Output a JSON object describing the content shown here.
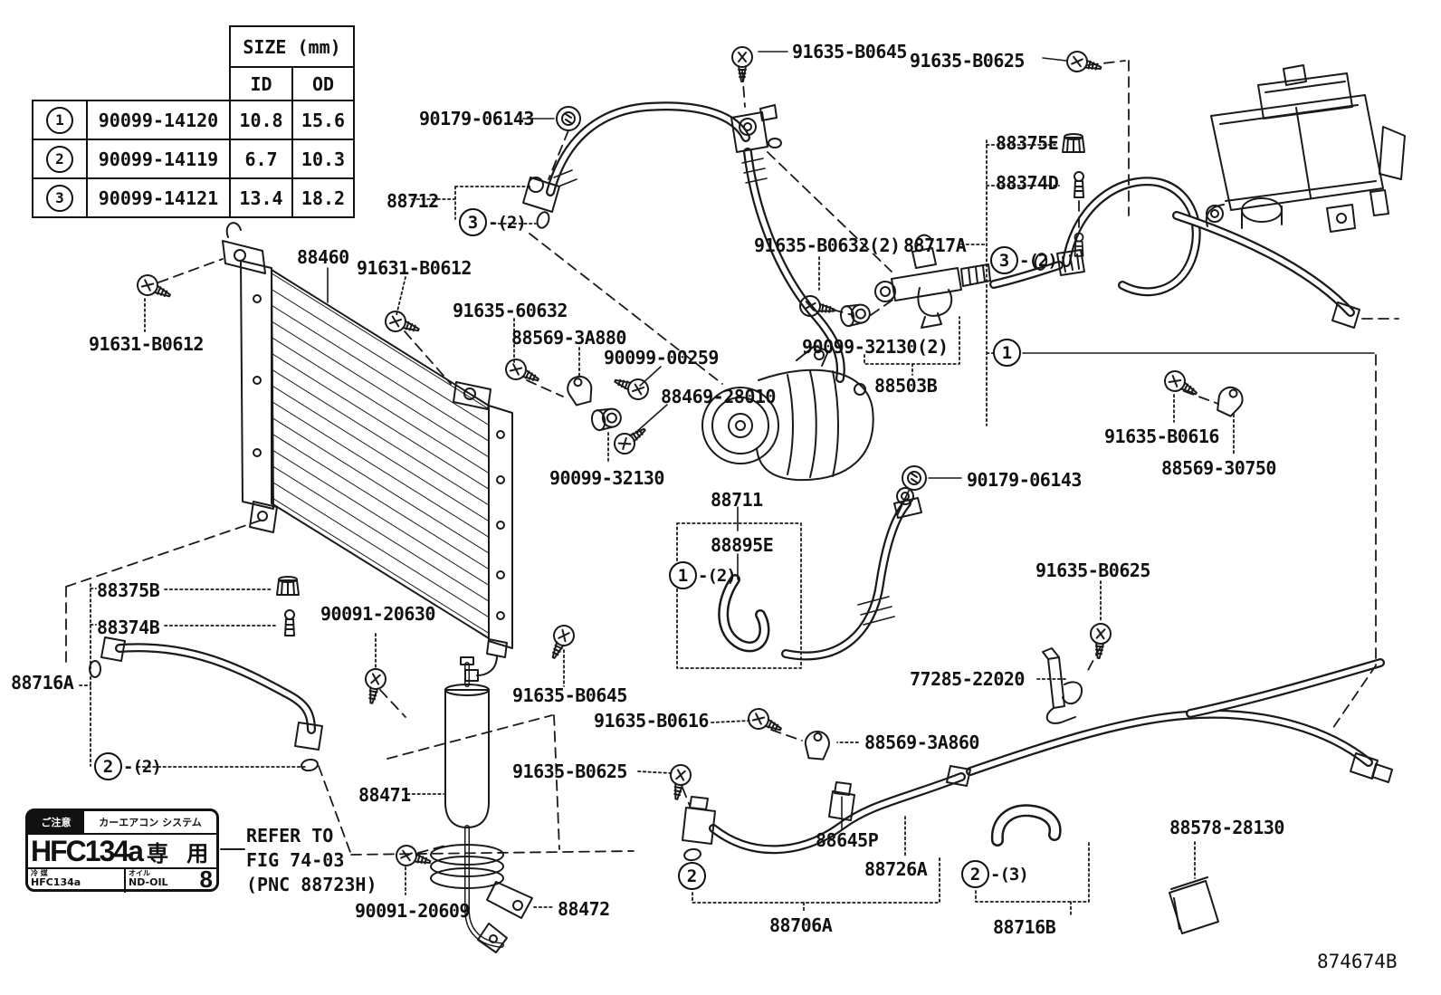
{
  "page": {
    "figure_id": "874674B"
  },
  "size_table": {
    "title": "SIZE (mm)",
    "id_header": "ID",
    "od_header": "OD",
    "rows": [
      {
        "ref": "1",
        "part": "90099-14120",
        "id": "10.8",
        "od": "15.6"
      },
      {
        "ref": "2",
        "part": "90099-14119",
        "id": "6.7",
        "od": "10.3"
      },
      {
        "ref": "3",
        "part": "90099-14121",
        "id": "13.4",
        "od": "18.2"
      }
    ]
  },
  "labels": [
    {
      "text": "91635-B0645"
    },
    {
      "text": "91635-B0625"
    },
    {
      "text": "90179-06143"
    },
    {
      "text": "88712"
    },
    {
      "text": "88460"
    },
    {
      "text": "91631-B0612"
    },
    {
      "text": "91631-B0612"
    },
    {
      "text": "91635-B0632(2)"
    },
    {
      "text": "88717A"
    },
    {
      "text": "88375E"
    },
    {
      "text": "88374D"
    },
    {
      "text": "91635-60632"
    },
    {
      "text": "88569-3A880"
    },
    {
      "text": "90099-00259"
    },
    {
      "text": "88469-28010"
    },
    {
      "text": "90099-32130(2)"
    },
    {
      "text": "88503B"
    },
    {
      "text": "90099-32130"
    },
    {
      "text": "88711"
    },
    {
      "text": "88895E"
    },
    {
      "text": "90179-06143"
    },
    {
      "text": "91635-B0616"
    },
    {
      "text": "88569-30750"
    },
    {
      "text": "88375B"
    },
    {
      "text": "88374B"
    },
    {
      "text": "88716A"
    },
    {
      "text": "90091-20630"
    },
    {
      "text": "91635-B0625"
    },
    {
      "text": "77285-22020"
    },
    {
      "text": "91635-B0645"
    },
    {
      "text": "91635-B0616"
    },
    {
      "text": "88569-3A860"
    },
    {
      "text": "88471"
    },
    {
      "text": "91635-B0625"
    },
    {
      "text": "90091-20609"
    },
    {
      "text": "88472"
    },
    {
      "text": "88645P"
    },
    {
      "text": "88726A"
    },
    {
      "text": "88706A"
    },
    {
      "text": "88716B"
    },
    {
      "text": "88578-28130"
    }
  ],
  "markers": [
    {
      "num": "3",
      "suffix": "-(2)"
    },
    {
      "num": "3",
      "suffix": "-(2)"
    },
    {
      "num": "1",
      "suffix": ""
    },
    {
      "num": "1",
      "suffix": "-(2)"
    },
    {
      "num": "2",
      "suffix": "-(2)"
    },
    {
      "num": "2",
      "suffix": ""
    },
    {
      "num": "2",
      "suffix": "-(3)"
    }
  ],
  "refrigerant_label": {
    "caution": "ご注意",
    "system": "カーエアコン システム",
    "main": "HFC134a",
    "usage": "専 用",
    "refrigerant_title": "冷 媒",
    "refrigerant_value": "HFC134a",
    "oil_title": "オイル",
    "oil_value": "ND-OIL",
    "oil_grade": "8"
  },
  "note": {
    "line1": "REFER TO",
    "line2": "FIG 74-03",
    "line3": "(PNC 88723H)"
  }
}
